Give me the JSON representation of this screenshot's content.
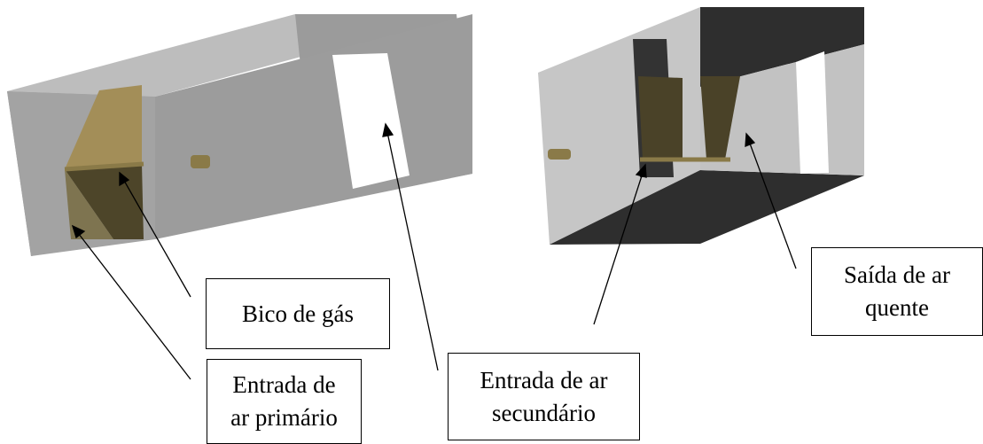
{
  "labels": {
    "bico_gas": "Bico de gás",
    "entrada_primario": "Entrada de\nar primário",
    "entrada_secundario": "Entrada de ar\nsecundário",
    "saida_quente": "Saída de ar\nquente"
  },
  "colors": {
    "box_face": "#a9a9a9",
    "box_edge": "#8c8c8c",
    "box_light_face": "#c6c6c6",
    "dark_face": "#2e2e2e",
    "opening": "#ffffff",
    "baffle_light": "#a08c5a",
    "baffle_dark": "#4a4228",
    "nozzle": "#8a7a48",
    "line": "#000000"
  }
}
